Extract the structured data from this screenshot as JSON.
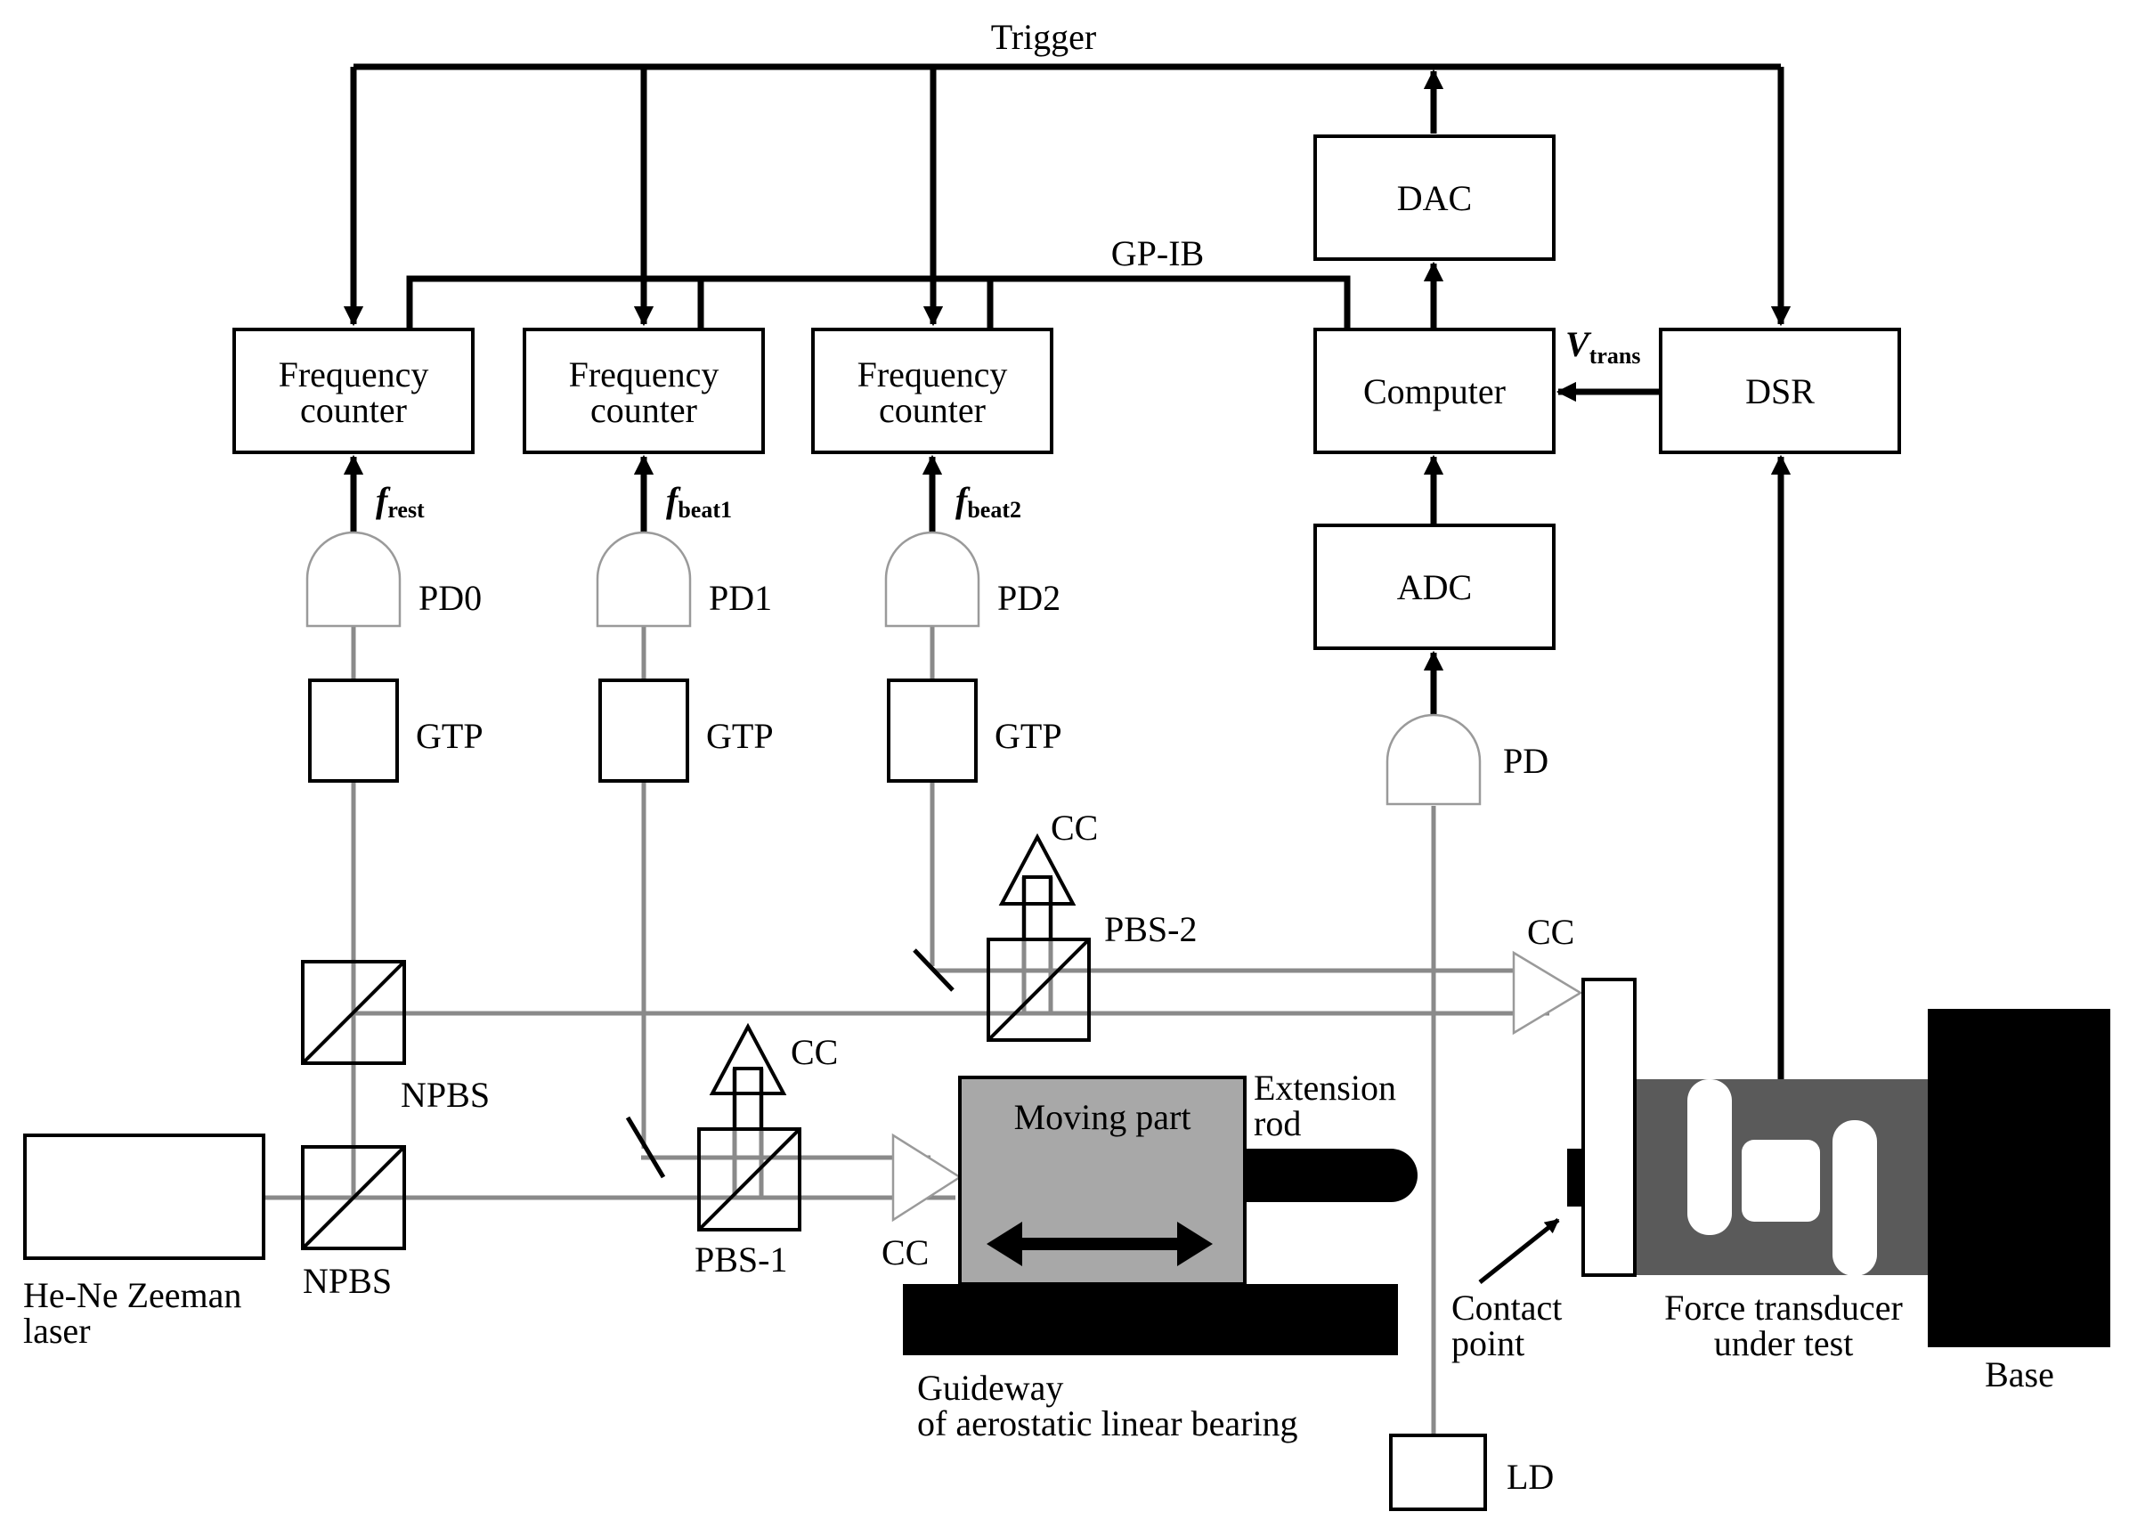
{
  "labels": {
    "trigger": "Trigger",
    "gpib": "GP-IB",
    "dac": "DAC",
    "computer": "Computer",
    "dsr": "DSR",
    "adc": "ADC",
    "pd": "PD",
    "ld": "LD",
    "fc_line1": "Frequency",
    "fc_line2": "counter",
    "v_trans_main": "V",
    "v_trans_sub": "trans",
    "f_rest_main": "f",
    "f_rest_sub": "rest",
    "f_beat1_main": "f",
    "f_beat1_sub": "beat1",
    "f_beat2_main": "f",
    "f_beat2_sub": "beat2",
    "pd0": "PD0",
    "pd1": "PD1",
    "pd2": "PD2",
    "gtp": "GTP",
    "cc": "CC",
    "pbs1": "PBS-1",
    "pbs2": "PBS-2",
    "npbs": "NPBS",
    "laser_line1": "He-Ne Zeeman",
    "laser_line2": "laser",
    "moving_part": "Moving part",
    "extension_line1": "Extension",
    "extension_line2": "rod",
    "guideway_line1": "Guideway",
    "guideway_line2": "of aerostatic linear bearing",
    "contact_line1": "Contact",
    "contact_line2": "point",
    "force_line1": "Force transducer",
    "force_line2": "under test",
    "base": "Base"
  },
  "colors": {
    "beam": "#8a8a8a",
    "moving_part_fill": "#a8a8a8",
    "transducer_fill": "#5a5a5a",
    "solid_black": "#000000"
  }
}
